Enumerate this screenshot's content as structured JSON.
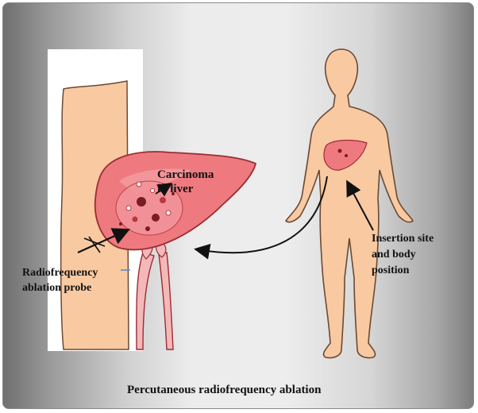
{
  "labels": {
    "carcinoma_line1": "Carcinoma",
    "carcinoma_line2": "in liver",
    "probe_line1": "Radiofrequency",
    "probe_line2": "ablation probe",
    "insertion_line1": "Insertion site",
    "insertion_line2": "and body",
    "insertion_line3": "position",
    "caption": "Percutaneous radiofrequency ablation"
  },
  "colors": {
    "skin": "#f9c9a1",
    "skin_outline": "#6b4a34",
    "liver": "#ee7a7f",
    "liver_outline": "#9b2d34",
    "liver_highlight": "#f6a8ab",
    "tumor": "#b33a42",
    "tumor_dark": "#7a1c22",
    "vessel": "#f4b8b9",
    "arrow": "#111111"
  }
}
